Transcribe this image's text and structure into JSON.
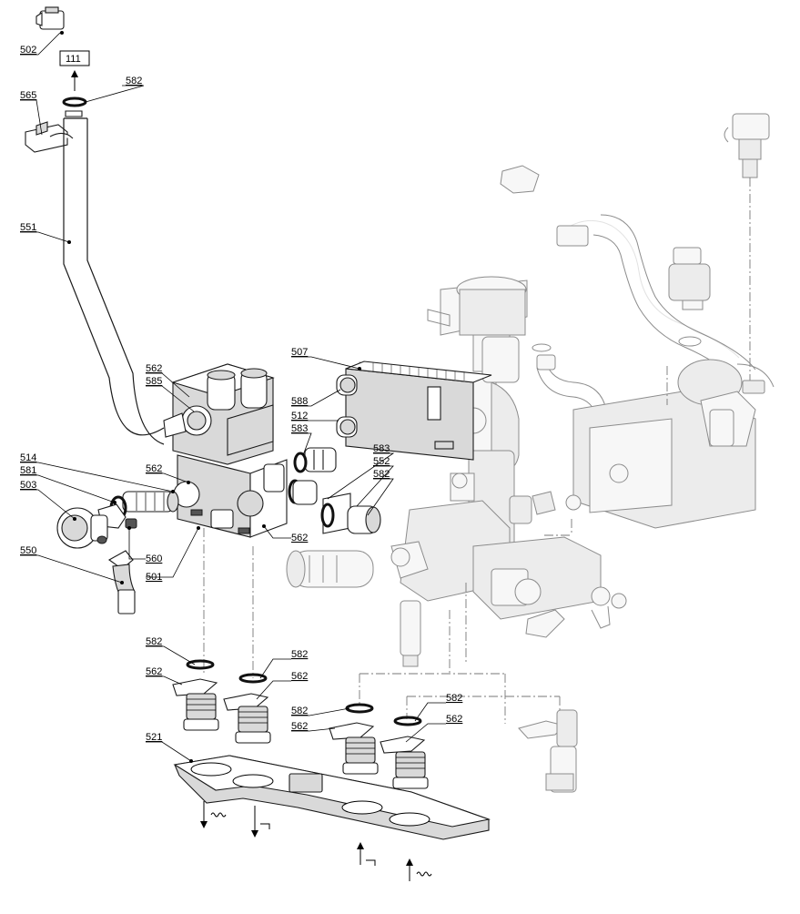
{
  "labels": {
    "l502": "502",
    "l111": "111",
    "l582_top": "582",
    "l565": "565",
    "l551": "551",
    "l507": "507",
    "l562_a": "562",
    "l585": "585",
    "l588": "588",
    "l512": "512",
    "l583_a": "583",
    "l583_b": "583",
    "l552": "552",
    "l582_b": "582",
    "l514": "514",
    "l581": "581",
    "l503": "503",
    "l562_b": "562",
    "l562_c": "562",
    "l560": "560",
    "l501": "501",
    "l550": "550",
    "l582_c": "582",
    "l562_d": "562",
    "l582_d": "582",
    "l562_e": "562",
    "l582_e": "582",
    "l562_f": "562",
    "l582_f": "582",
    "l562_g": "562",
    "l521": "521"
  },
  "icons": {
    "heating_flow": "radiator-flow-icon",
    "hot_water_out": "tap-outlet-icon",
    "cold_water_in": "tap-inlet-icon",
    "heating_return": "radiator-return-icon"
  }
}
